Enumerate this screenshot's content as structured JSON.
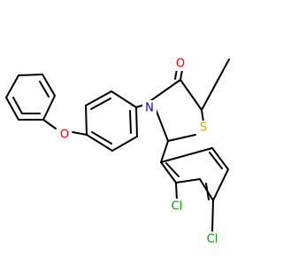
{
  "atom_labels": {
    "oxygen_carbonyl": "O",
    "nitrogen": "N",
    "sulfur": "S",
    "oxygen_ether": "O",
    "chlorine_1": "Cl",
    "chlorine_2": "Cl"
  },
  "colors": {
    "bond": "#000000",
    "oxygen": "#ff0000",
    "nitrogen": "#0000ff",
    "sulfur": "#c8a800",
    "chlorine": "#00a000",
    "background": "#ffffff"
  }
}
